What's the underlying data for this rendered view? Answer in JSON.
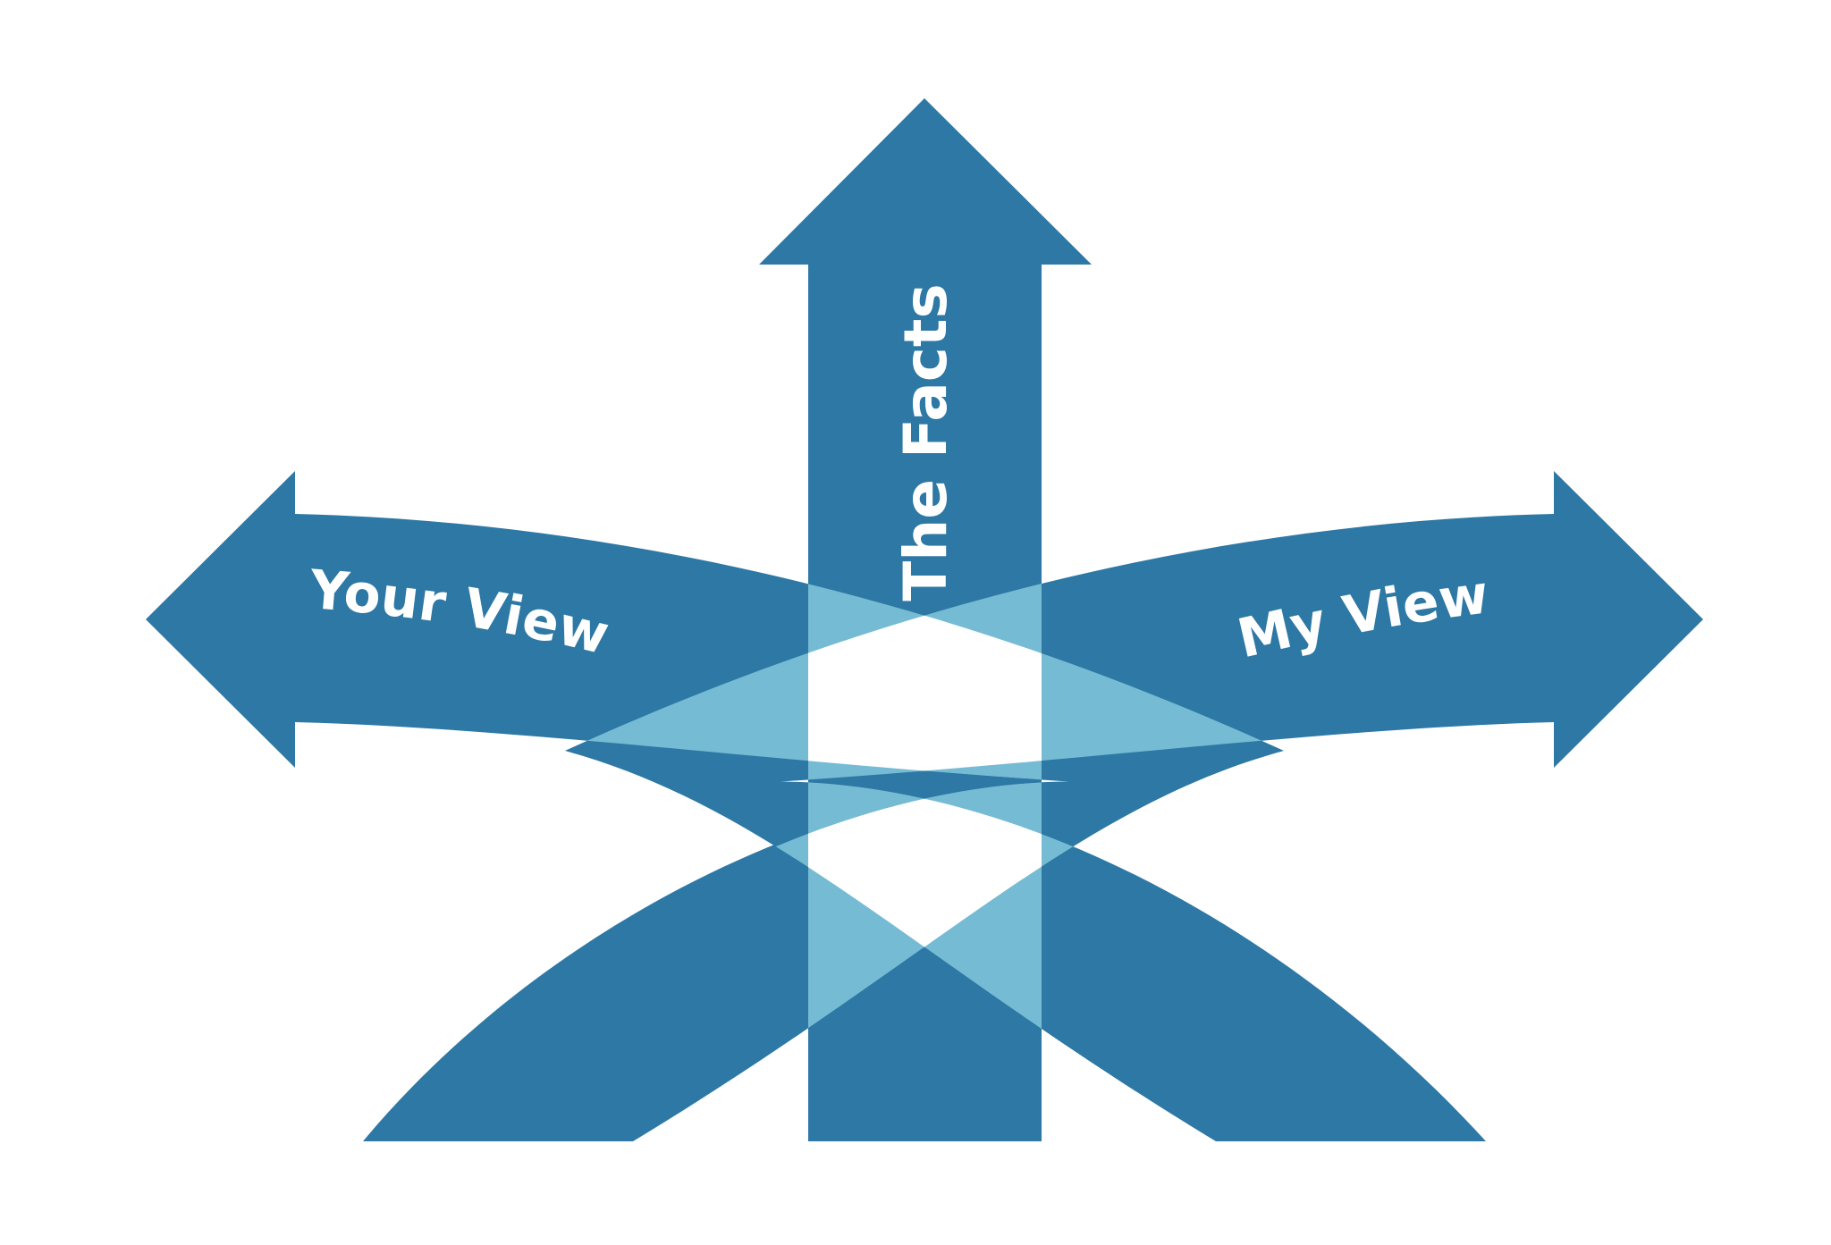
{
  "diagram": {
    "labels": {
      "left": "Your View",
      "right": "My View",
      "up": "The Facts"
    },
    "colors": {
      "arrow": "#2d78a4",
      "overlap": "#76bbd4",
      "background": "#ffffff",
      "text": "#ffffff"
    }
  }
}
